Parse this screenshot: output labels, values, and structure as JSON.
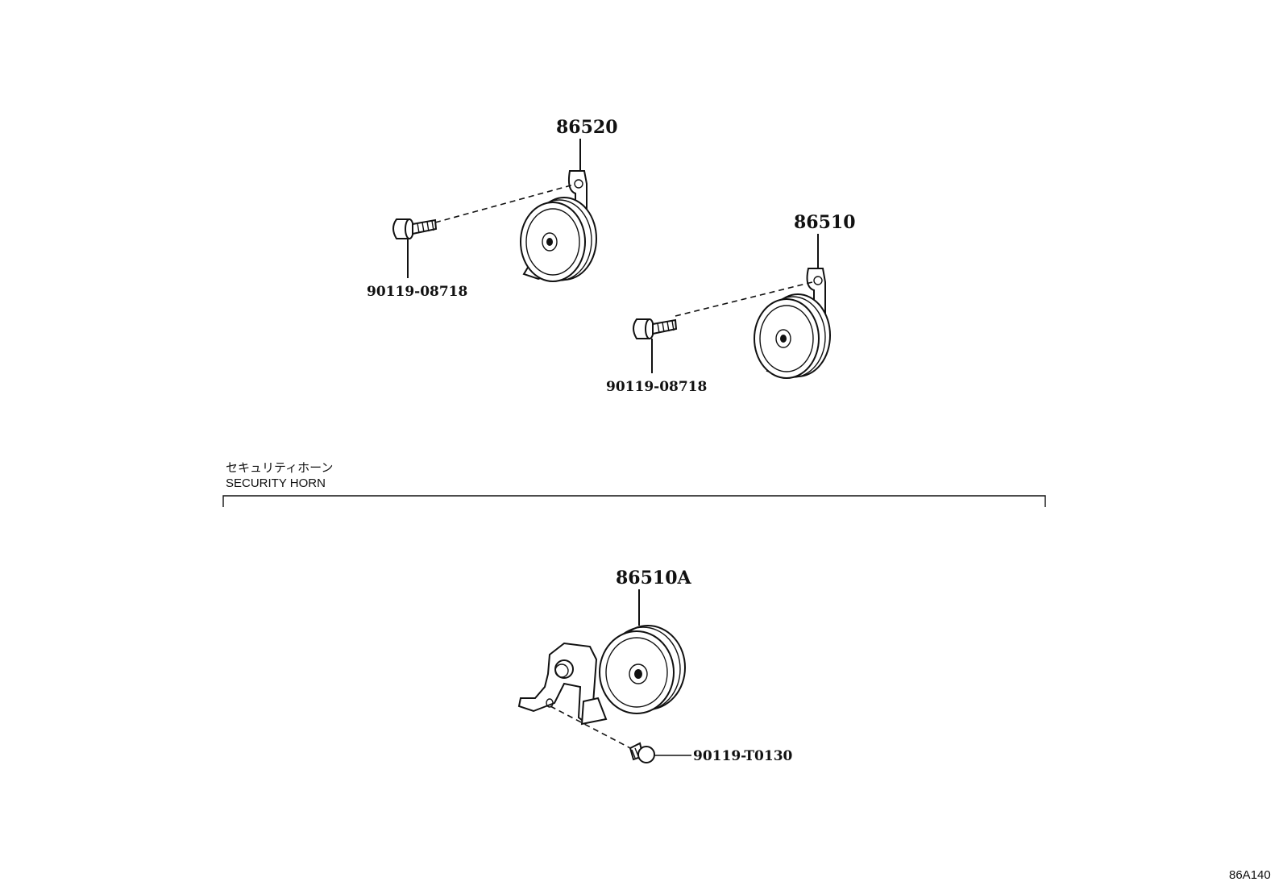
{
  "figure_id": "86A140",
  "section": {
    "label_jp": "セキュリティホーン",
    "label_en": "SECURITY HORN"
  },
  "parts": [
    {
      "key": "horn_high",
      "number": "86520",
      "icon": "horn-icon"
    },
    {
      "key": "horn_low",
      "number": "86510",
      "icon": "horn-icon"
    },
    {
      "key": "bolt_high",
      "number": "90119-08718",
      "icon": "bolt-icon"
    },
    {
      "key": "bolt_low",
      "number": "90119-08718",
      "icon": "bolt-icon"
    },
    {
      "key": "security_horn",
      "number": "86510A",
      "icon": "horn-icon"
    },
    {
      "key": "security_bolt",
      "number": "90119-T0130",
      "icon": "bolt-icon"
    }
  ]
}
